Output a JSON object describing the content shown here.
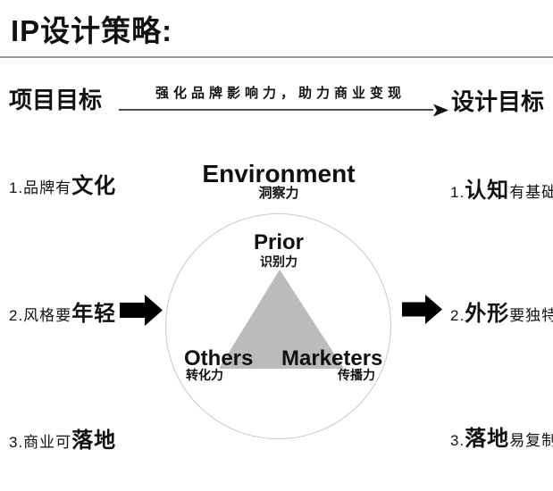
{
  "title": "IP设计策略:",
  "header": {
    "left_label": "项目目标",
    "arrow_text": "强化品牌影响力，助力商业变现",
    "right_label": "设计目标"
  },
  "left_goals": [
    {
      "prefix": "1.品牌有",
      "emphasis": "文化"
    },
    {
      "prefix": "2.风格要",
      "emphasis": "年轻"
    },
    {
      "prefix": "3.商业可",
      "emphasis": "落地"
    }
  ],
  "right_goals": [
    {
      "prefix": "1.",
      "emphasis": "认知",
      "suffix": "有基础"
    },
    {
      "prefix": "2.",
      "emphasis": "外形",
      "suffix": "要独特"
    },
    {
      "prefix": "3.",
      "emphasis": "落地",
      "suffix": "易复制"
    }
  ],
  "diagram": {
    "top": {
      "en": "Environment",
      "zh": "洞察力"
    },
    "apex": {
      "en": "Prior",
      "zh": "识别力"
    },
    "bottom_left": {
      "en": "Others",
      "zh": "转化力"
    },
    "bottom_right": {
      "en": "Marketers",
      "zh": "传播力"
    }
  },
  "colors": {
    "text": "#111111",
    "divider_gray": "#9a9a9a",
    "circle_stroke": "#c9c9c9",
    "triangle_fill": "#bbbbbb",
    "arrow_black": "#000000"
  }
}
